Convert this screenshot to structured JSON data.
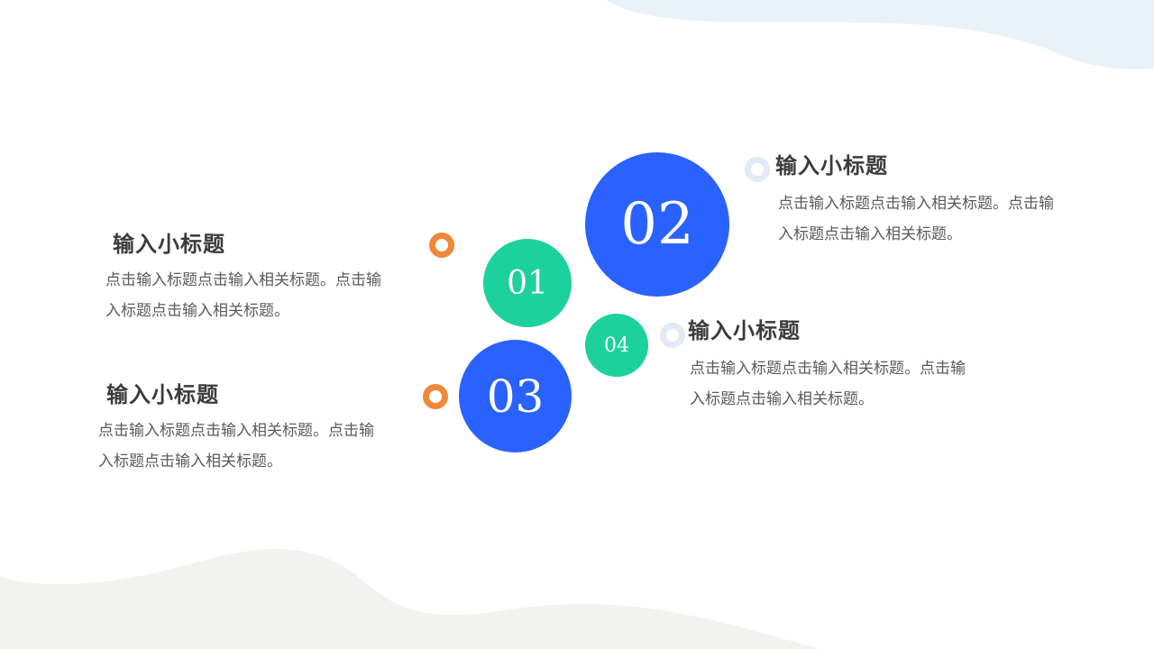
{
  "colors": {
    "blue": "#2962FF",
    "green": "#1DD19C",
    "orange": "#F0873A",
    "light_ring": "#E1EAF5",
    "top_wave": "#E9F1F9",
    "bottom_wave": "#F2F2F1",
    "title_text": "#3B3B3B",
    "body_text": "#5A5A5A"
  },
  "circles": [
    {
      "label": "01",
      "color": "green"
    },
    {
      "label": "02",
      "color": "blue"
    },
    {
      "label": "03",
      "color": "blue"
    },
    {
      "label": "04",
      "color": "green"
    }
  ],
  "items": [
    {
      "number": "01",
      "title": "输入小标题",
      "desc_line1": "点击输入标题点击输入相关标题。点击输",
      "desc_line2": "入标题点击输入相关标题。",
      "marker": "orange-ring"
    },
    {
      "number": "02",
      "title": "输入小标题",
      "desc_line1": "点击输入标题点击输入相关标题。点击输",
      "desc_line2": "入标题点击输入相关标题。",
      "marker": "light-ring"
    },
    {
      "number": "03",
      "title": "输入小标题",
      "desc_line1": "点击输入标题点击输入相关标题。点击输",
      "desc_line2": "入标题点击输入相关标题。",
      "marker": "orange-ring"
    },
    {
      "number": "04",
      "title": "输入小标题",
      "desc_line1": "点击输入标题点击输入相关标题。点击输",
      "desc_line2": "入标题点击输入相关标题。",
      "marker": "light-ring"
    }
  ]
}
